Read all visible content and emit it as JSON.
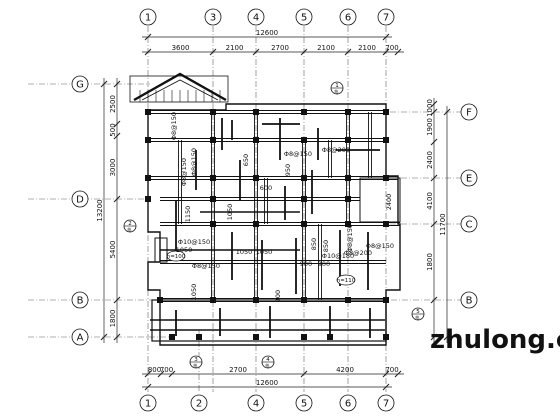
{
  "grid": {
    "top_bubbles": [
      "1",
      "3",
      "4",
      "5",
      "6",
      "7"
    ],
    "bottom_bubbles": [
      "1",
      "2",
      "4",
      "5",
      "6",
      "7"
    ],
    "left_bubbles": [
      "G",
      "D",
      "B",
      "A"
    ],
    "right_bubbles": [
      "F",
      "E",
      "C",
      "B"
    ]
  },
  "dimensions": {
    "top_total": "12600",
    "top_segments": [
      "3600",
      "2100",
      "2700",
      "2100",
      "2100",
      "700"
    ],
    "bottom_total": "12600",
    "bottom_segments": [
      "800",
      "700",
      "2700",
      "4200",
      "700"
    ],
    "left_total": "13200",
    "left_segments": [
      "2500",
      "500",
      "3000",
      "5400",
      "1800"
    ],
    "right_total": "11700",
    "right_segments": [
      "1000",
      "1900",
      "2400",
      "4100",
      "1800"
    ]
  },
  "section_markers": [
    {
      "number": "1",
      "sheet": "结-"
    },
    {
      "number": "2",
      "sheet": "结-"
    },
    {
      "number": "3",
      "sheet": "结-"
    },
    {
      "number": "4",
      "sheet": "结-"
    },
    {
      "number": "5",
      "sheet": "结-"
    }
  ],
  "rebar_labels": [
    "Φ8@150",
    "Φ8@150",
    "Φ8@150",
    "Φ8@200",
    "Φ8@150",
    "Φ10@150",
    "Φ8@150",
    "Φ10@180",
    "Φ8@200",
    "Φ8@150",
    "Φ8@150"
  ],
  "length_labels": [
    "650",
    "600",
    "1150",
    "1050",
    "1050",
    "1050",
    "1050",
    "1050",
    "900",
    "900",
    "900",
    "850",
    "850",
    "950",
    "2400"
  ],
  "slab_tags": [
    "h=100",
    "h=110"
  ],
  "watermark": "zhulong.com"
}
